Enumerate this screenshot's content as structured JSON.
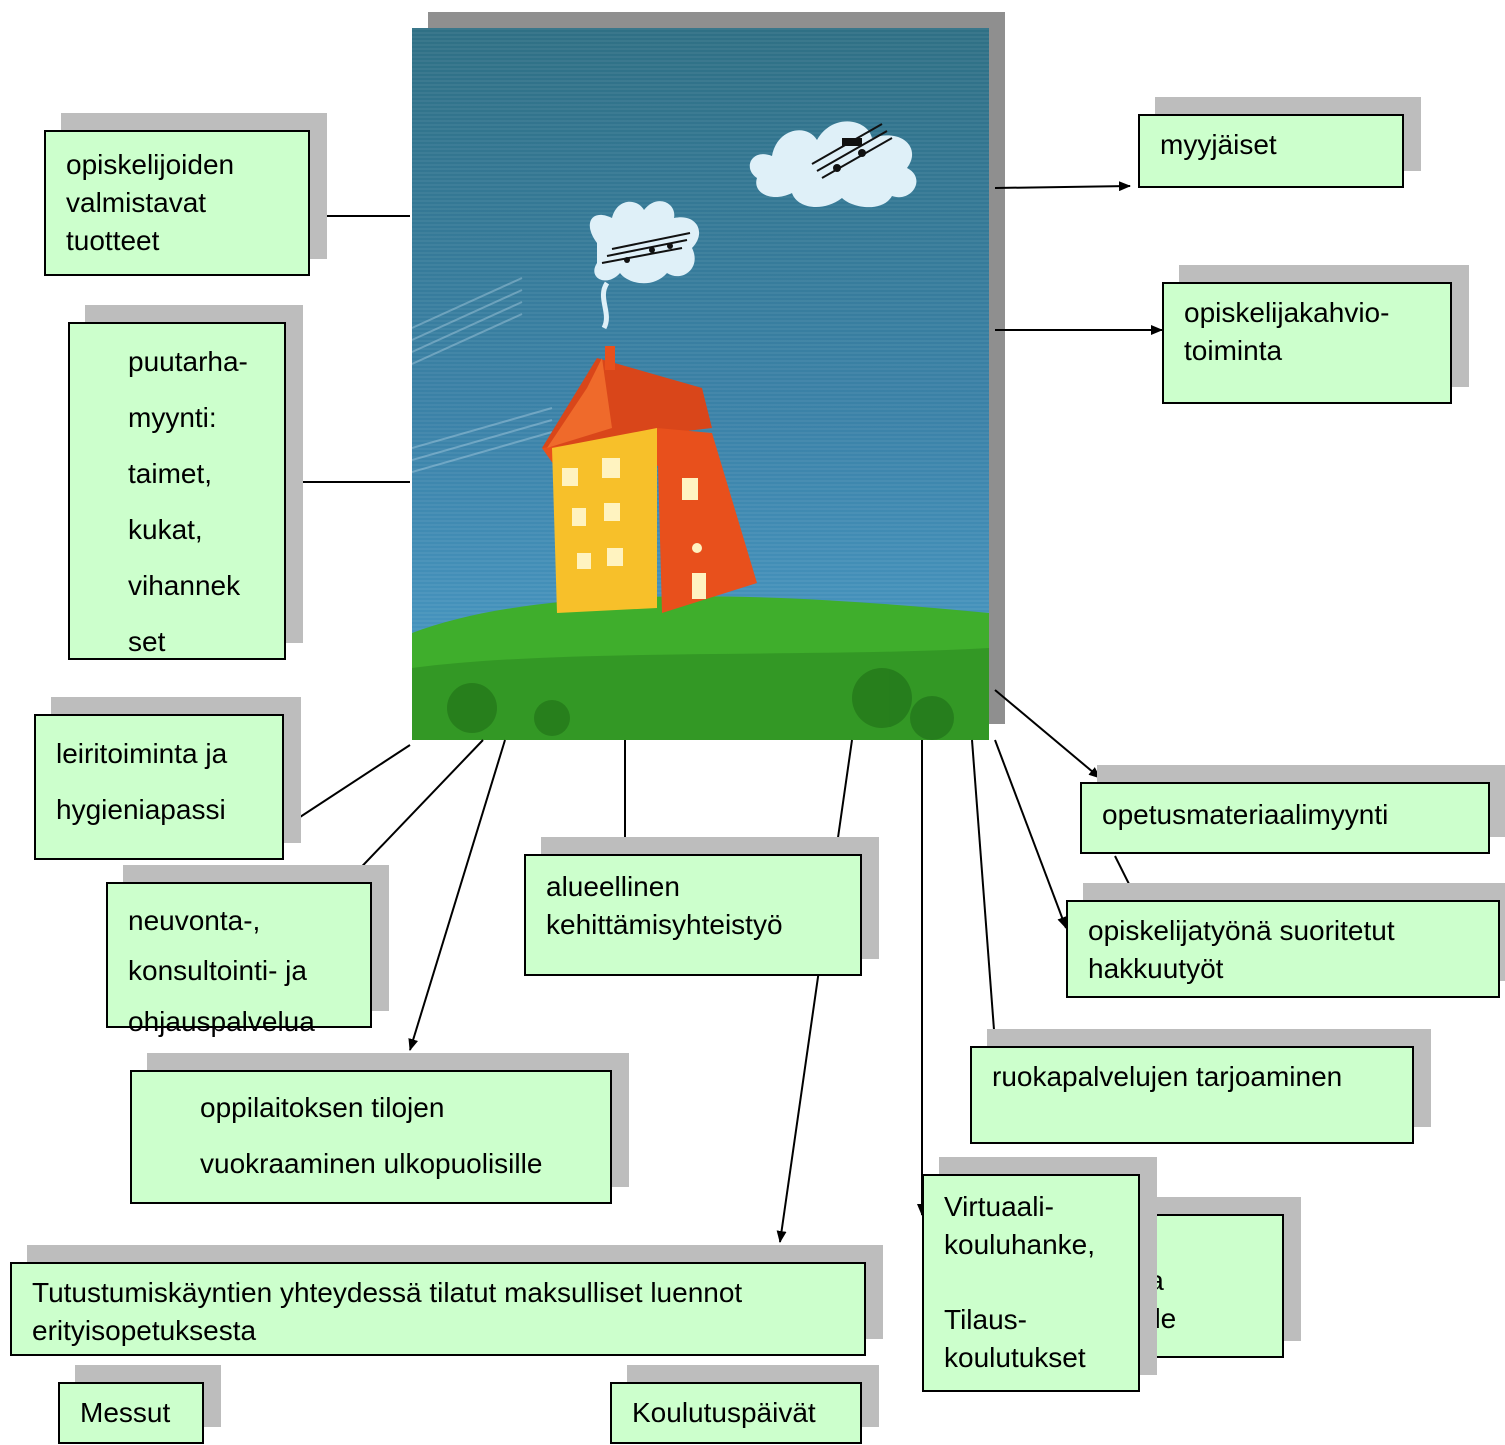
{
  "boxes": {
    "opiskelijoiden_tuotteet": "opiskelijoiden\nvalmistavat\ntuotteet",
    "puutarhamyynti": "puutarha-\nmyynti:\ntaimet,\nkukat,\nvihannek\nset",
    "leiritoiminta": "leiritoiminta ja\nhygieniapassi",
    "neuvonta": "neuvonta-,\nkonsultointi- ja\nohjauspalvelua",
    "tilojen_vuokraaminen": "oppilaitoksen tilojen\nvuokraaminen ulkopuolisille",
    "tutustumiskaynnit": "Tutustumiskäyntien yhteydessä tilatut maksulliset luennot\nerityisopetuksesta",
    "messut": "Messut",
    "koulutuspaivat": "Koulutuspäivät",
    "alueellinen": "alueellinen\nkehittämisyhteistyö",
    "myyjaiset": "myyjäiset",
    "kahviotoiminta": "opiskelijakahvio-\ntoiminta",
    "opetusmateriaali": "opetusmateriaalimyynti",
    "hakkuutyot": "opiskelijatyönä suoritetut\nhakkuutyöt",
    "ruokapalvelut": "ruokapalvelujen tarjoaminen",
    "hidden_fragment": "ja\nille",
    "virtuaalikoulu": "Virtuaali-\nkouluhanke,\n\nTilaus-\nkoulutukset"
  },
  "colors": {
    "box_fill": "#ccffcc",
    "box_shadow": "#bdbdbd",
    "sky": "#2e6f86",
    "grass": "#3fae2c",
    "house_orange": "#e8501c",
    "house_yellow": "#f7c02a"
  },
  "icons": {
    "central_picture": "house-with-music-clouds-picture"
  }
}
